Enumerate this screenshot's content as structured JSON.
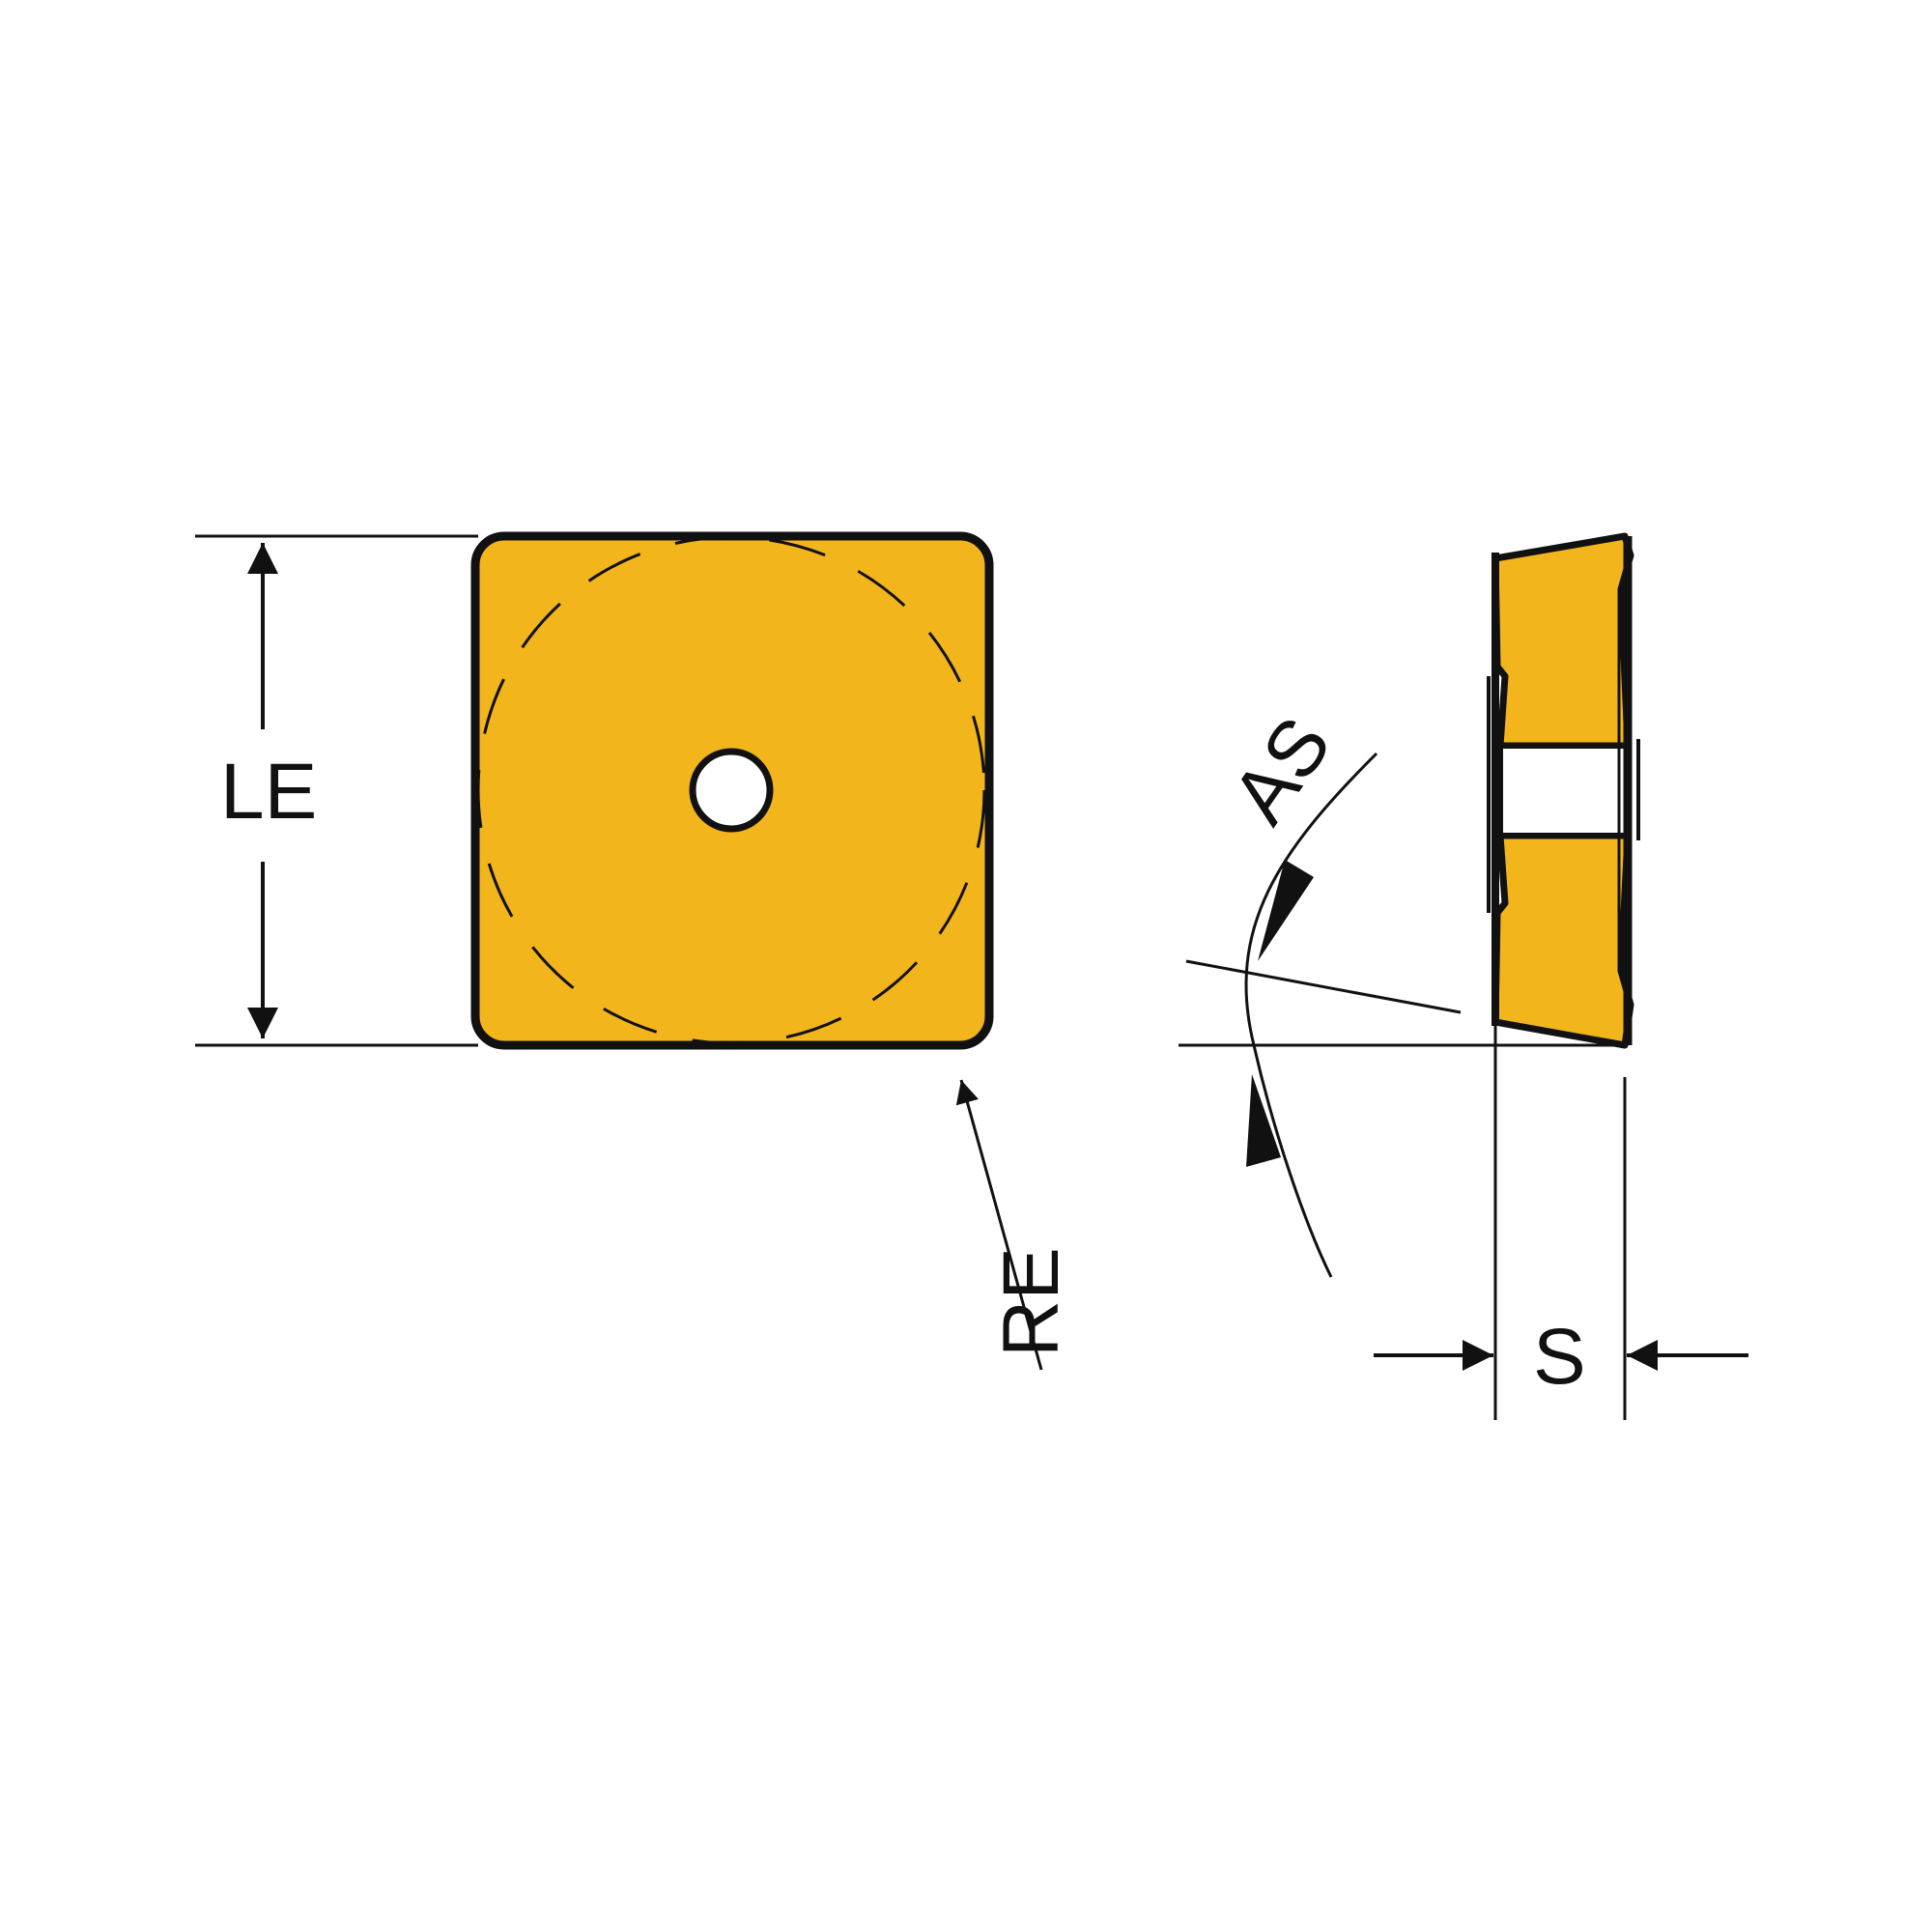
{
  "labels": {
    "le": "LE",
    "re": "RE",
    "as": "AS",
    "s": "S"
  },
  "colors": {
    "insert_fill": "#F3B51C",
    "outline": "#111111",
    "hole_fill": "#ffffff",
    "background": "#ffffff"
  }
}
